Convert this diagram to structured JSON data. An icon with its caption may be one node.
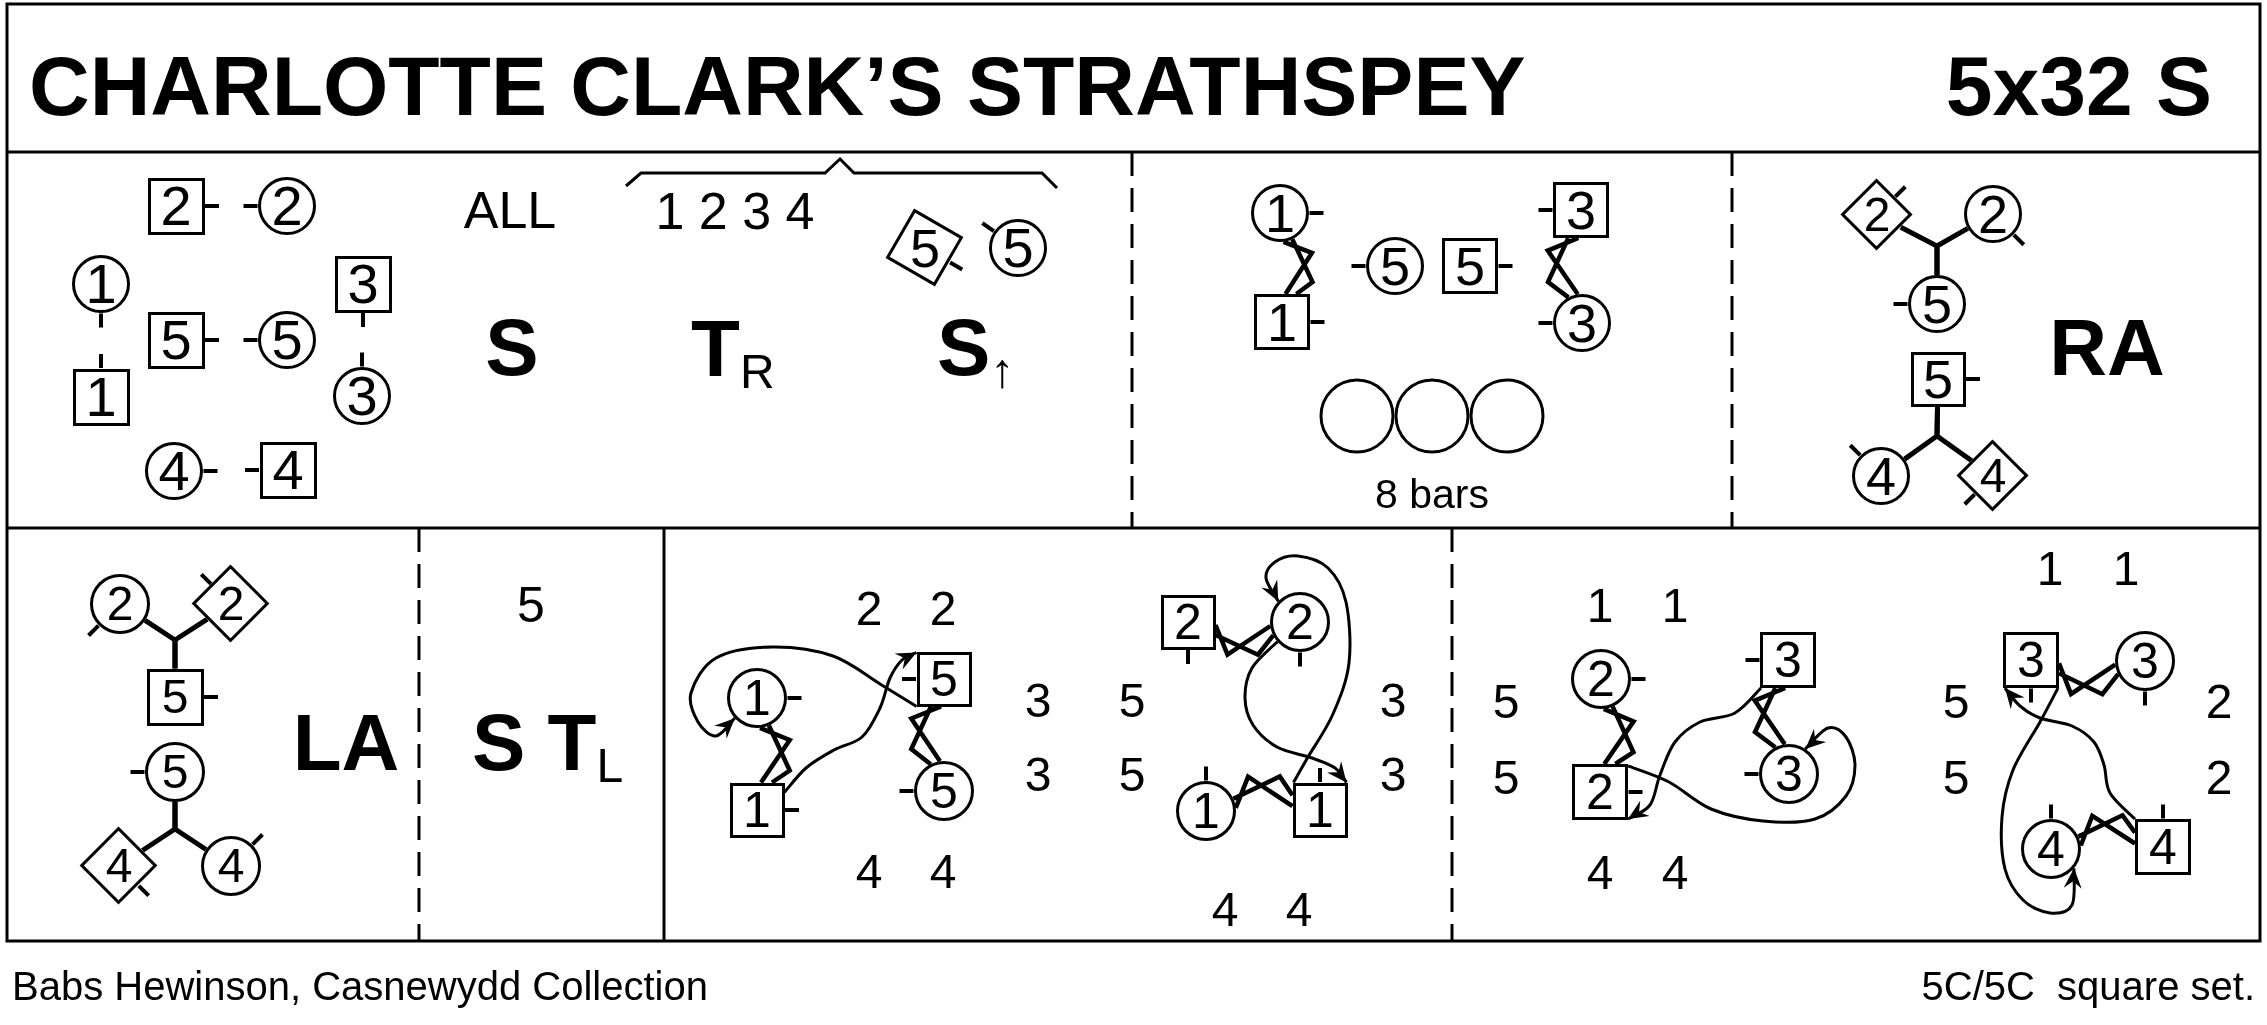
{
  "diagram": {
    "title": "CHARLOTTE CLARK’S STRATHSPEY",
    "nodes": [
      {
        "text": [
          "2"
        ]
      },
      {
        "text": [
          "2"
        ]
      },
      {
        "text": [
          "1"
        ]
      },
      {
        "text": [
          "5"
        ]
      },
      {
        "text": [
          "5"
        ]
      },
      {
        "text": [
          "3"
        ]
      },
      {
        "text": [
          "1"
        ]
      },
      {
        "text": [
          "3"
        ]
      },
      {
        "text": [
          "4"
        ]
      },
      {
        "text": [
          "4"
        ]
      },
      {
        "text": [
          "5"
        ]
      },
      {
        "text": [
          "5"
        ]
      },
      {
        "text": [
          "1"
        ]
      },
      {
        "text": [
          "3"
        ]
      },
      {
        "text": [
          "5"
        ]
      },
      {
        "text": [
          "5"
        ]
      },
      {
        "text": [
          "1"
        ]
      },
      {
        "text": [
          "3"
        ]
      },
      {
        "text": [
          "2"
        ]
      },
      {
        "text": [
          "2"
        ]
      },
      {
        "text": [
          "5"
        ]
      },
      {
        "text": [
          "5"
        ]
      },
      {
        "text": [
          "4"
        ]
      },
      {
        "text": [
          "4"
        ]
      },
      {
        "text": [
          "2"
        ]
      },
      {
        "text": [
          "2"
        ]
      },
      {
        "text": [
          "5"
        ]
      },
      {
        "text": [
          "5"
        ]
      },
      {
        "text": [
          "4"
        ]
      },
      {
        "text": [
          "4"
        ]
      },
      {
        "text": [
          "1"
        ]
      },
      {
        "text": [
          "5"
        ]
      },
      {
        "text": [
          "1"
        ]
      },
      {
        "text": [
          "5"
        ]
      },
      {
        "text": [
          "2"
        ]
      },
      {
        "text": [
          "2"
        ]
      },
      {
        "text": [
          "1"
        ]
      },
      {
        "text": [
          "1"
        ]
      },
      {
        "text": [
          "2"
        ]
      },
      {
        "text": [
          "3"
        ]
      },
      {
        "text": [
          "2"
        ]
      },
      {
        "text": [
          "3"
        ]
      },
      {
        "text": [
          "3"
        ]
      },
      {
        "text": [
          "3"
        ]
      },
      {
        "text": [
          "4"
        ]
      },
      {
        "text": [
          "4"
        ]
      }
    ],
    "edges": [
      {
        "from": 12,
        "to": 16,
        "arrow": "other"
      },
      {
        "from": 13,
        "to": 17,
        "arrow": "other"
      },
      {
        "from": 18,
        "to": 20,
        "arrow": "none"
      },
      {
        "from": 19,
        "to": 20,
        "arrow": "none"
      },
      {
        "from": 22,
        "to": 21,
        "arrow": "none"
      },
      {
        "from": 23,
        "to": 21,
        "arrow": "none"
      },
      {
        "from": 24,
        "to": 26,
        "arrow": "none"
      },
      {
        "from": 25,
        "to": 26,
        "arrow": "none"
      },
      {
        "from": 28,
        "to": 27,
        "arrow": "none"
      },
      {
        "from": 29,
        "to": 27,
        "arrow": "none"
      },
      {
        "from": 30,
        "to": 32,
        "arrow": "other"
      },
      {
        "from": 31,
        "to": 33,
        "arrow": "other"
      },
      {
        "from": 34,
        "to": 35,
        "arrow": "other"
      },
      {
        "from": 36,
        "to": 37,
        "arrow": "other"
      },
      {
        "from": 38,
        "to": 40,
        "arrow": "other"
      },
      {
        "from": 39,
        "to": 41,
        "arrow": "other"
      },
      {
        "from": 42,
        "to": 43,
        "arrow": "other"
      },
      {
        "from": 44,
        "to": 45,
        "arrow": "other"
      },
      {
        "from": 32,
        "to": 31,
        "arrow": "to"
      },
      {
        "from": 31,
        "to": 30,
        "arrow": "to"
      },
      {
        "from": 35,
        "to": 37,
        "arrow": "to"
      },
      {
        "from": 37,
        "to": 35,
        "arrow": "to"
      },
      {
        "from": 40,
        "to": 41,
        "arrow": "to"
      },
      {
        "from": 39,
        "to": 40,
        "arrow": "to"
      },
      {
        "from": 42,
        "to": 44,
        "arrow": "to"
      },
      {
        "from": 45,
        "to": 42,
        "arrow": "to"
      }
    ],
    "labels": [
      "5x32 S",
      "ALL",
      "1 2 3 4",
      "S",
      "T$_{R}$",
      "S$_{↑}$",
      "8 bars",
      "RA",
      "LA",
      "5",
      "S T$_{L}$",
      "2",
      "2",
      "4",
      "4",
      "3",
      "5",
      "3",
      "5",
      "3",
      "3",
      "4",
      "4",
      "1",
      "1",
      "5",
      "5",
      "4",
      "4",
      "1",
      "1",
      "5",
      "5",
      "2",
      "2",
      "Babs Hewinson, Casnewydd Collection",
      "5C/5C  square set."
    ]
  }
}
